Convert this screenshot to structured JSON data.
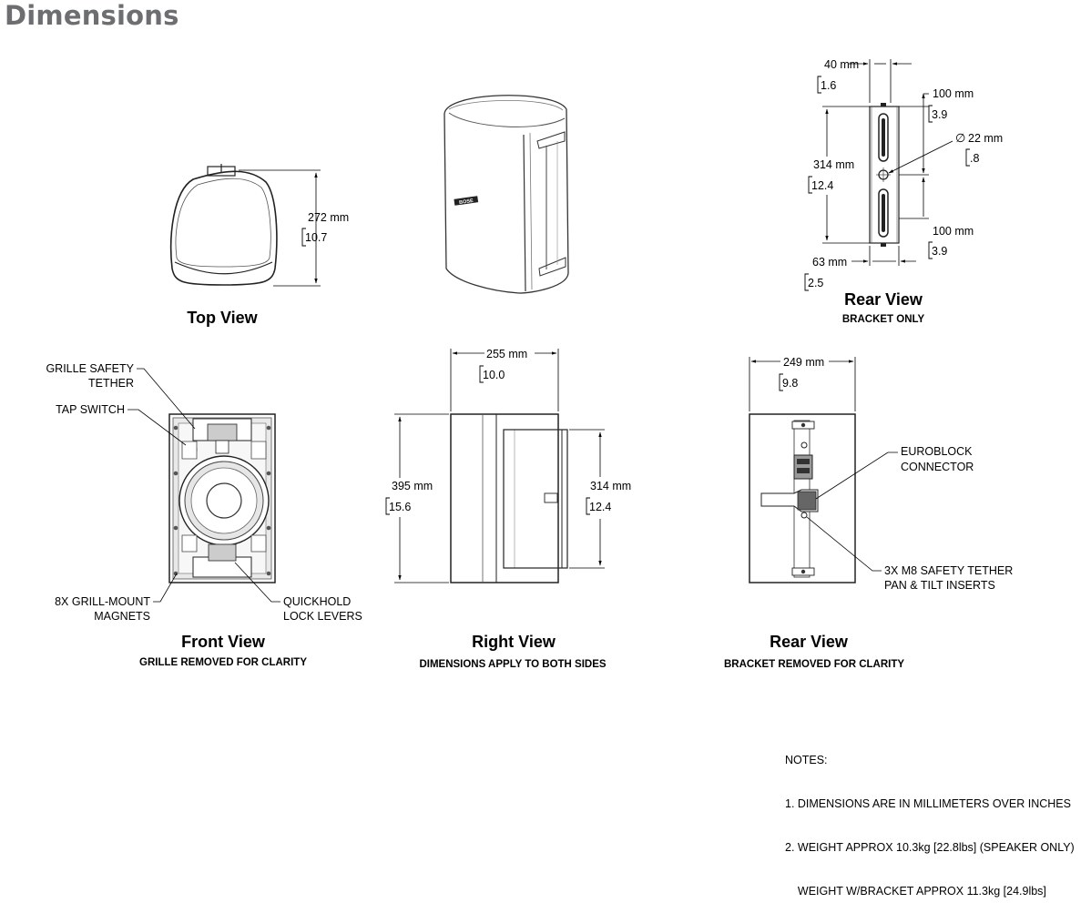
{
  "page": {
    "title": "Dimensions"
  },
  "top_view": {
    "title": "Top View",
    "dim_mm": "272 mm",
    "dim_in": "10.7"
  },
  "rear_bracket_view": {
    "title": "Rear View",
    "subtitle": "BRACKET ONLY",
    "width_top_mm": "40 mm",
    "width_top_in": "1.6",
    "slot_top_mm": "100 mm",
    "slot_top_in": "3.9",
    "hole_dia_mm": "22 mm",
    "hole_dia_in": ".8",
    "hole_dia_symbol": "∅",
    "height_mm": "314 mm",
    "height_in": "12.4",
    "slot_bottom_mm": "100 mm",
    "slot_bottom_in": "3.9",
    "width_bottom_mm": "63 mm",
    "width_bottom_in": "2.5"
  },
  "front_view": {
    "title": "Front View",
    "subtitle": "GRILLE REMOVED FOR CLARITY",
    "callout_grille_tether_1": "GRILLE SAFETY",
    "callout_grille_tether_2": "TETHER",
    "callout_tap_switch": "TAP SWITCH",
    "callout_magnets_1": "8X GRILL-MOUNT",
    "callout_magnets_2": "MAGNETS",
    "callout_quickhold_1": "QUICKHOLD",
    "callout_quickhold_2": "LOCK LEVERS"
  },
  "right_view": {
    "title": "Right View",
    "subtitle": "DIMENSIONS APPLY TO BOTH SIDES",
    "depth_mm": "255 mm",
    "depth_in": "10.0",
    "height_mm": "395 mm",
    "height_in": "15.6",
    "bracket_mm": "314 mm",
    "bracket_in": "12.4"
  },
  "rear_view": {
    "title": "Rear View",
    "subtitle": "BRACKET REMOVED FOR CLARITY",
    "width_mm": "249 mm",
    "width_in": "9.8",
    "callout_euroblock_1": "EUROBLOCK",
    "callout_euroblock_2": "CONNECTOR",
    "callout_inserts_1": "3X M8 SAFETY TETHER",
    "callout_inserts_2": "PAN & TILT INSERTS"
  },
  "product_logo": "BOSE",
  "notes": {
    "heading": "NOTES:",
    "line1": "1. DIMENSIONS ARE IN MILLIMETERS OVER INCHES",
    "line2": "2. WEIGHT APPROX 10.3kg [22.8lbs] (SPEAKER ONLY)",
    "line3": "    WEIGHT W/BRACKET APPROX 11.3kg [24.9lbs]"
  }
}
